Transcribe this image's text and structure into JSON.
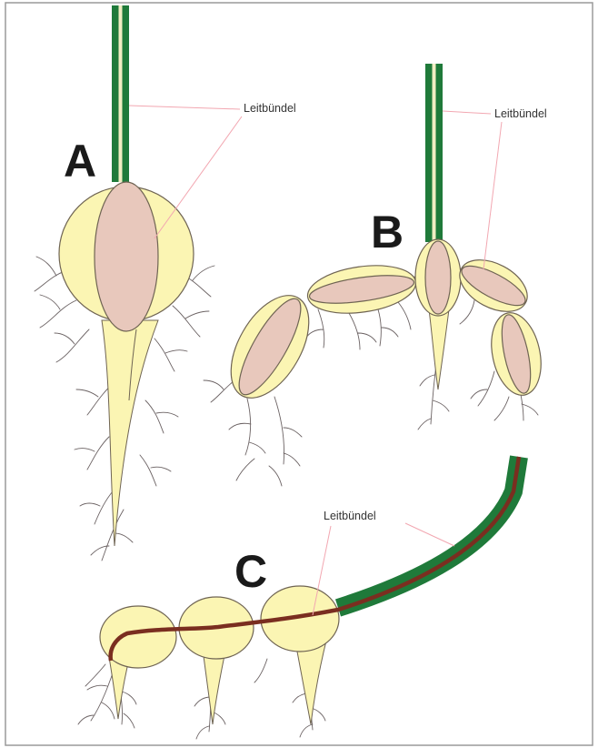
{
  "colors": {
    "tuber_fill": "#fbf5b3",
    "tuber_stroke": "#6f6453",
    "core_fill": "#e8c8bc",
    "stem_green": "#1f7a3a",
    "stem_inner": "#f1edc3",
    "vascular_brown": "#7a2e20",
    "leader_line": "#f2a7b1",
    "root_line": "#6b6263",
    "frame": "#9a9a9a",
    "letters": "#1a1a1a"
  },
  "panels": {
    "a": {
      "letter": "A",
      "label": "Leitbündel"
    },
    "b": {
      "letter": "B",
      "label": "Leitbündel"
    },
    "c": {
      "letter": "C",
      "label": "Leitbündel"
    }
  }
}
